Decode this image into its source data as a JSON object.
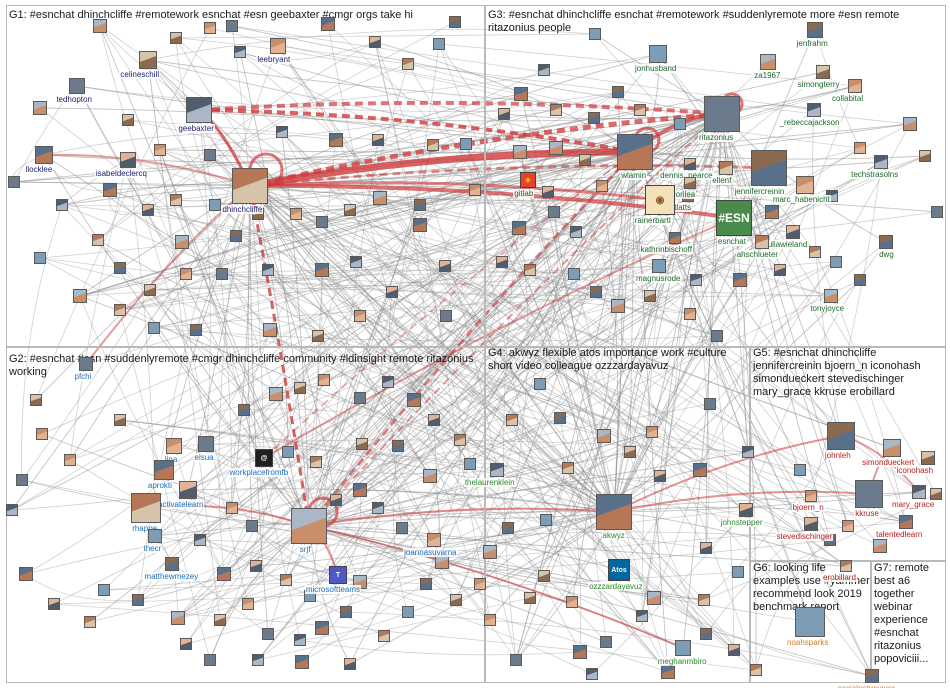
{
  "groups": [
    {
      "id": "G1",
      "title": "G1: #esnchat dhinchcliffe #remotework esnchat #esn geebaxter #cmgr orgs take hi",
      "color": "#1b1f6e"
    },
    {
      "id": "G3",
      "title": "G3: #esnchat dhinchcliffe esnchat #remotework #suddenlyremote more #esn remote ritazonius people",
      "color": "#1d6b2a"
    },
    {
      "id": "G2",
      "title": "G2: #esnchat #esn #suddenlyremote #cmgr dhinchcliffe community #ldinsight remote ritazonius working",
      "color": "#1f6fb8"
    },
    {
      "id": "G4",
      "title": "G4: akwyz flexible atos importance work #culture short video colleague ozzzardayavuz",
      "color": "#2c8a2c"
    },
    {
      "id": "G5",
      "title": "G5: #esnchat dhinchcliffe jennifercreinin bjoern_n iconohash simondueckert stevedischinger mary_grace kkruse erobillard",
      "color": "#b52020"
    },
    {
      "id": "G6",
      "title": "G6: looking life examples use #yammer recommend look 2019 benchmark report",
      "color": "#d08020"
    },
    {
      "id": "G7",
      "title": "G7: remote best a6 together webinar experience #esnchat ritazonius popoviciii...",
      "color": "#d08020"
    }
  ],
  "labels": [
    "celineschill",
    "leebryant",
    "tedhopton",
    "geebaxter",
    "llocklee",
    "isabeldeclercq",
    "dhinchcliffe",
    "jonhusband",
    "jenfrahm",
    "za1967",
    "simongterry",
    "collabital",
    "ritazonius",
    "_rebeccajackson",
    "wlamin",
    "dennis_pearce",
    "ellenf",
    "gitlab",
    "jennifercreinin",
    "rainerbartl",
    "tlatts",
    "marc_habenicht",
    "esnchat",
    "techstrasolns",
    "kathrinbischoff",
    "uliawieland",
    "ahschlueter",
    "magnusrode",
    "dwg",
    "tonyjoyce",
    "lorilea",
    "lina",
    "elsua",
    "workplacefromfb",
    "aprokti",
    "activatelearn",
    "rhappe",
    "thecr",
    "matthewmezey",
    "srjf",
    "microsoftteams",
    "joannasuvarna",
    "pfchi",
    "thelaurenklein",
    "akwyz",
    "johnstepper",
    "ozzzardayavuz",
    "meghanmbiro",
    "johnleh",
    "simondueckert",
    "iconohash",
    "bjoern_n",
    "kkruse",
    "mary_grace",
    "talentedlearn",
    "stevedischinger",
    "erobillard",
    "noahsparks",
    "socialnetweaver"
  ],
  "icons": [
    "gitlab-logo",
    "esnchat-logo",
    "atos-logo",
    "owl-avatar",
    "microsoft-teams-logo",
    "workplace-logo"
  ]
}
